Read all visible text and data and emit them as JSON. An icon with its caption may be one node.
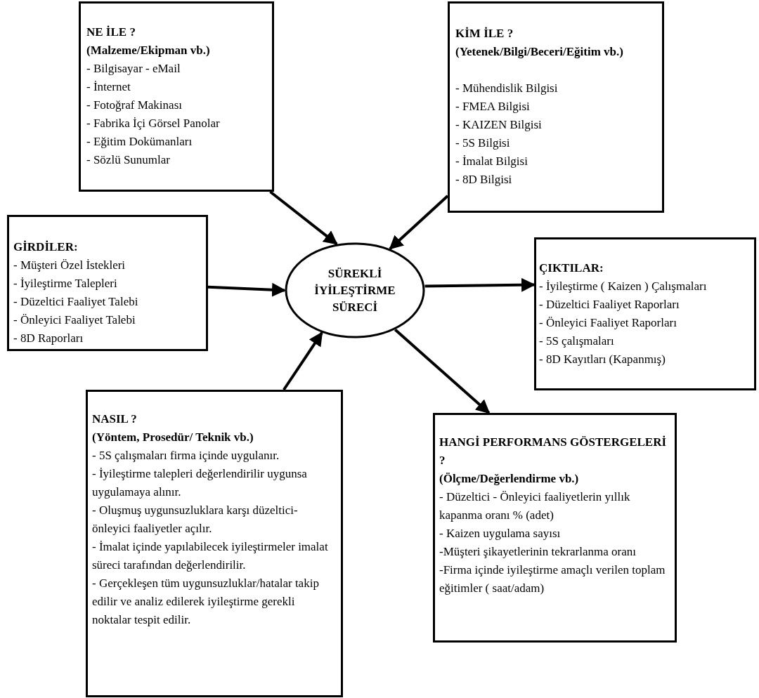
{
  "diagram": {
    "nodes": [
      {
        "text": [
          "NE İLE ?",
          "(Malzeme/Ekipman vb.)",
          "- Bilgisayar - eMail",
          "- İnternet",
          "- Fotoğraf Makinası",
          "- Fabrika İçi Görsel Panolar",
          "- Eğitim Dokümanları",
          "- Sözlü Sunumlar"
        ]
      },
      {
        "text": [
          "KİM İLE ?",
          "(Yetenek/Bilgi/Beceri/Eğitim vb.)",
          "- Mühendislik Bilgisi",
          "- FMEA Bilgisi",
          "- KAIZEN Bilgisi",
          "- 5S Bilgisi",
          "- İmalat Bilgisi",
          "- 8D Bilgisi"
        ]
      },
      {
        "text": [
          "GİRDİLER:",
          "- Müşteri Özel İstekleri",
          "- İyileştirme Talepleri",
          "- Düzeltici Faaliyet Talebi",
          "- Önleyici Faaliyet Talebi",
          "- 8D Raporları"
        ]
      },
      {
        "text": [
          "SÜREKLİ İYİLEŞTİRME SÜRECİ"
        ]
      },
      {
        "text": [
          "ÇIKTILAR:",
          "- İyileştirme ( Kaizen ) Çalışmaları",
          "- Düzeltici Faaliyet Raporları",
          "- Önleyici Faaliyet  Raporları",
          "- 5S çalışmaları",
          "- 8D Kayıtları (Kapanmış)"
        ]
      },
      {
        "text": [
          "NASIL ?",
          "(Yöntem, Prosedür/ Teknik vb.)",
          "- 5S çalışmaları firma içinde uygulanır.",
          "- İyileştirme talepleri değerlendirilir uygunsa uygulamaya alınır.",
          "- Oluşmuş uygunsuzluklara karşı düzeltici-önleyici faaliyetler açılır.",
          "- İmalat içinde yapılabilecek iyileştirmeler imalat süreci tarafından değerlendirilir.",
          "- Gerçekleşen tüm uygunsuzluklar/hatalar takip edilir ve analiz edilerek iyileştirme gerekli noktalar tespit edilir."
        ]
      },
      {
        "text": [
          "HANGİ PERFORMANS GÖSTERGELERİ ?",
          "(Ölçme/Değerlendirme vb.)",
          "- Düzeltici - Önleyici faaliyetlerin yıllık kapanma oranı % (adet)",
          "- Kaizen uygulama sayısı",
          "-Müşteri şikayetlerinin tekrarlanma oranı",
          "-Firma içinde iyileştirme amaçlı verilen toplam eğitimler ( saat/adam)"
        ]
      }
    ],
    "edges": [
      {
        "from": 0,
        "to": 3,
        "arrow": "to"
      },
      {
        "from": 1,
        "to": 3,
        "arrow": "to"
      },
      {
        "from": 2,
        "to": 3,
        "arrow": "to"
      },
      {
        "from": 3,
        "to": 4,
        "arrow": "to"
      },
      {
        "from": 5,
        "to": 3,
        "arrow": "to"
      },
      {
        "from": 3,
        "to": 6,
        "arrow": "to"
      }
    ]
  }
}
